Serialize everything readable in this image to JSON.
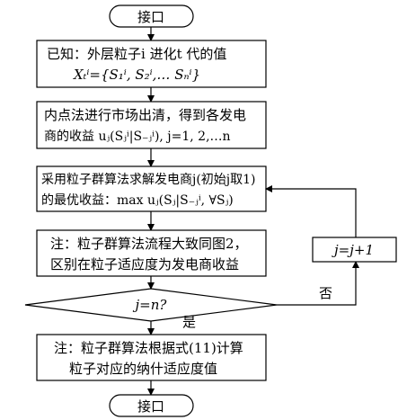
{
  "terminals": {
    "start": "接口",
    "end": "接口"
  },
  "step1": {
    "line1": "已知：外层粒子i 进化t 代的值",
    "line2": "Xₜⁱ={S₁ⁱ, S₂ⁱ,… Sₙⁱ}"
  },
  "step2": {
    "line1": "内点法进行市场出清，得到各发电",
    "line2": "商的收益  uⱼ(Sⱼⁱ|S₋ⱼⁱ), j=1, 2,…n"
  },
  "step3": {
    "line1": "采用粒子群算法求解发电商j(初始j取1)",
    "line2": "的最优收益：max  uⱼ(Sⱼ|S₋ⱼⁱ, ∀Sⱼ)"
  },
  "step4": {
    "line1": "注：粒子群算法流程大致同图2，",
    "line2": "区别在粒子适应度为发电商收益"
  },
  "decision": {
    "label": "j=n?",
    "yes": "是",
    "no": "否"
  },
  "increment": {
    "label": "j=j+1"
  },
  "step5": {
    "line1": "注：粒子群算法根据式(11)计算",
    "line2": "粒子对应的纳什适应度值"
  }
}
